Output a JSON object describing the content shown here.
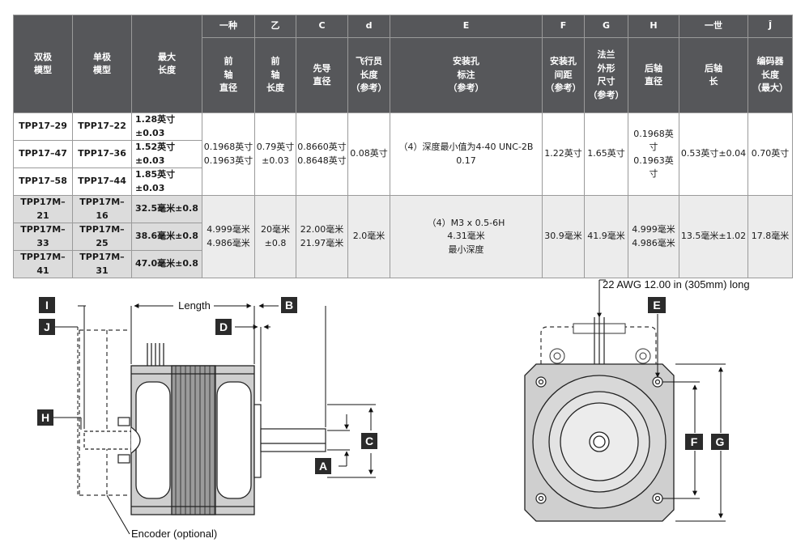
{
  "table": {
    "header_letters": [
      "一种",
      "乙",
      "C",
      "d",
      "E",
      "F",
      "G",
      "H",
      "一世",
      "Ĵ"
    ],
    "header_left": [
      "双极\n模型",
      "单极\n模型",
      "最大\n长度"
    ],
    "header_names": [
      "前\n轴\n直径",
      "前\n轴\n长度",
      "先导\n直径",
      "飞行员\n长度\n（参考）",
      "安装孔\n标注\n（参考）",
      "安装孔\n间距\n（参考）",
      "法兰\n外形\n尺寸\n（参考）",
      "后轴\n直径",
      "后轴\n长",
      "编码器\n长度\n（最大）"
    ],
    "inch_rows": [
      {
        "bipolar": "TPP17–29",
        "unipolar": "TPP17–22",
        "length": "1.28英寸±0.03"
      },
      {
        "bipolar": "TPP17–47",
        "unipolar": "TPP17–36",
        "length": "1.52英寸±0.03"
      },
      {
        "bipolar": "TPP17–58",
        "unipolar": "TPP17–44",
        "length": "1.85英寸±0.03"
      }
    ],
    "inch_specs": [
      "0.1968英寸\n0.1963英寸",
      "0.79英寸\n±0.03",
      "0.8660英寸\n0.8648英寸",
      "0.08英寸",
      "（4）深度最小值为4-40 UNC-2B\n0.17",
      "1.22英寸",
      "1.65英寸",
      "0.1968英寸\n0.1963英寸",
      "0.53英寸±0.04",
      "0.70英寸"
    ],
    "metric_rows": [
      {
        "bipolar": "TPP17M–21",
        "unipolar": "TPP17M–16",
        "length": "32.5毫米±0.8"
      },
      {
        "bipolar": "TPP17M–33",
        "unipolar": "TPP17M–25",
        "length": "38.6毫米±0.8"
      },
      {
        "bipolar": "TPP17M–41",
        "unipolar": "TPP17M–31",
        "length": "47.0毫米±0.8"
      }
    ],
    "metric_specs": [
      "4.999毫米\n4.986毫米",
      "20毫米\n±0.8",
      "22.00毫米\n21.97毫米",
      "2.0毫米",
      "（4）M3 x 0.5-6H\n4.31毫米\n最小深度",
      "30.9毫米",
      "41.9毫米",
      "4.999毫米\n4.986毫米",
      "13.5毫米±1.02",
      "17.8毫米"
    ]
  },
  "side_view": {
    "length_label": "Length",
    "encoder_label": "Encoder (optional)",
    "letters": [
      "I",
      "J",
      "H",
      "D",
      "B",
      "C",
      "A"
    ]
  },
  "front_view": {
    "wire_label": "22 AWG 12.00 in (305mm) long",
    "letters": [
      "E",
      "F",
      "G"
    ]
  },
  "colors": {
    "header_bg": "#56575a",
    "model_bg": "#e6e6e6",
    "metric_bg": "#ececec",
    "label_box": "#2b2b2b"
  }
}
